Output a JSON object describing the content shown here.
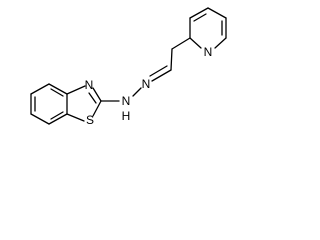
{
  "molecule": {
    "atom_labels": {
      "n_thiazole": "N",
      "s_thiazole": "S",
      "n_hydrazine_h": "N",
      "h_hydrazine": "H",
      "n_hydrazone": "N",
      "n_pyridine": "N"
    }
  }
}
